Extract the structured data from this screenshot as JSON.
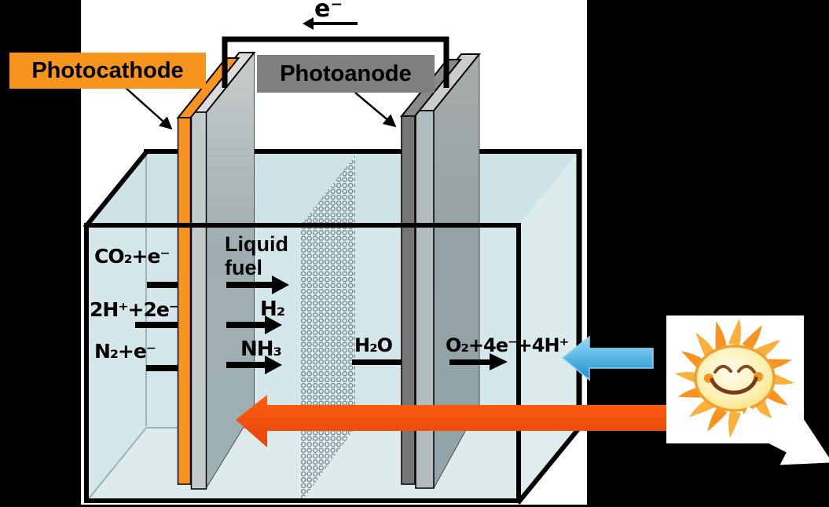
{
  "cell": {
    "photocathode_label": "Photocathode",
    "photoanode_label": "Photoanode",
    "electron_flow_label": "e⁻",
    "cathode_half_reactions": [
      {
        "input": "CO₂+e⁻",
        "output": "Liquid fuel"
      },
      {
        "input": "2H⁺+2e⁻",
        "output": "H₂"
      },
      {
        "input": "N₂+e⁻",
        "output": "NH₃"
      }
    ],
    "anode_half_reaction": {
      "input": "H₂O",
      "output": "O₂+4e⁻+4H⁺"
    },
    "icons": {
      "sun": "smiling-sun-icon",
      "light_arrows": [
        "sunlight-blue-arrow",
        "sunlight-orange-arrow",
        "sunlight-white-arrow"
      ]
    },
    "colors": {
      "photocathode_orange": "#F7941D",
      "photoanode_gray": "#7F7F7F",
      "electrolyte_blue": "#D6E8EB",
      "sunlight_blue_arrow": "#29ABE2",
      "sunlight_orange_arrow": "#FB4F0C",
      "background": "#000000",
      "panel_white": "#FFFFFF"
    }
  }
}
